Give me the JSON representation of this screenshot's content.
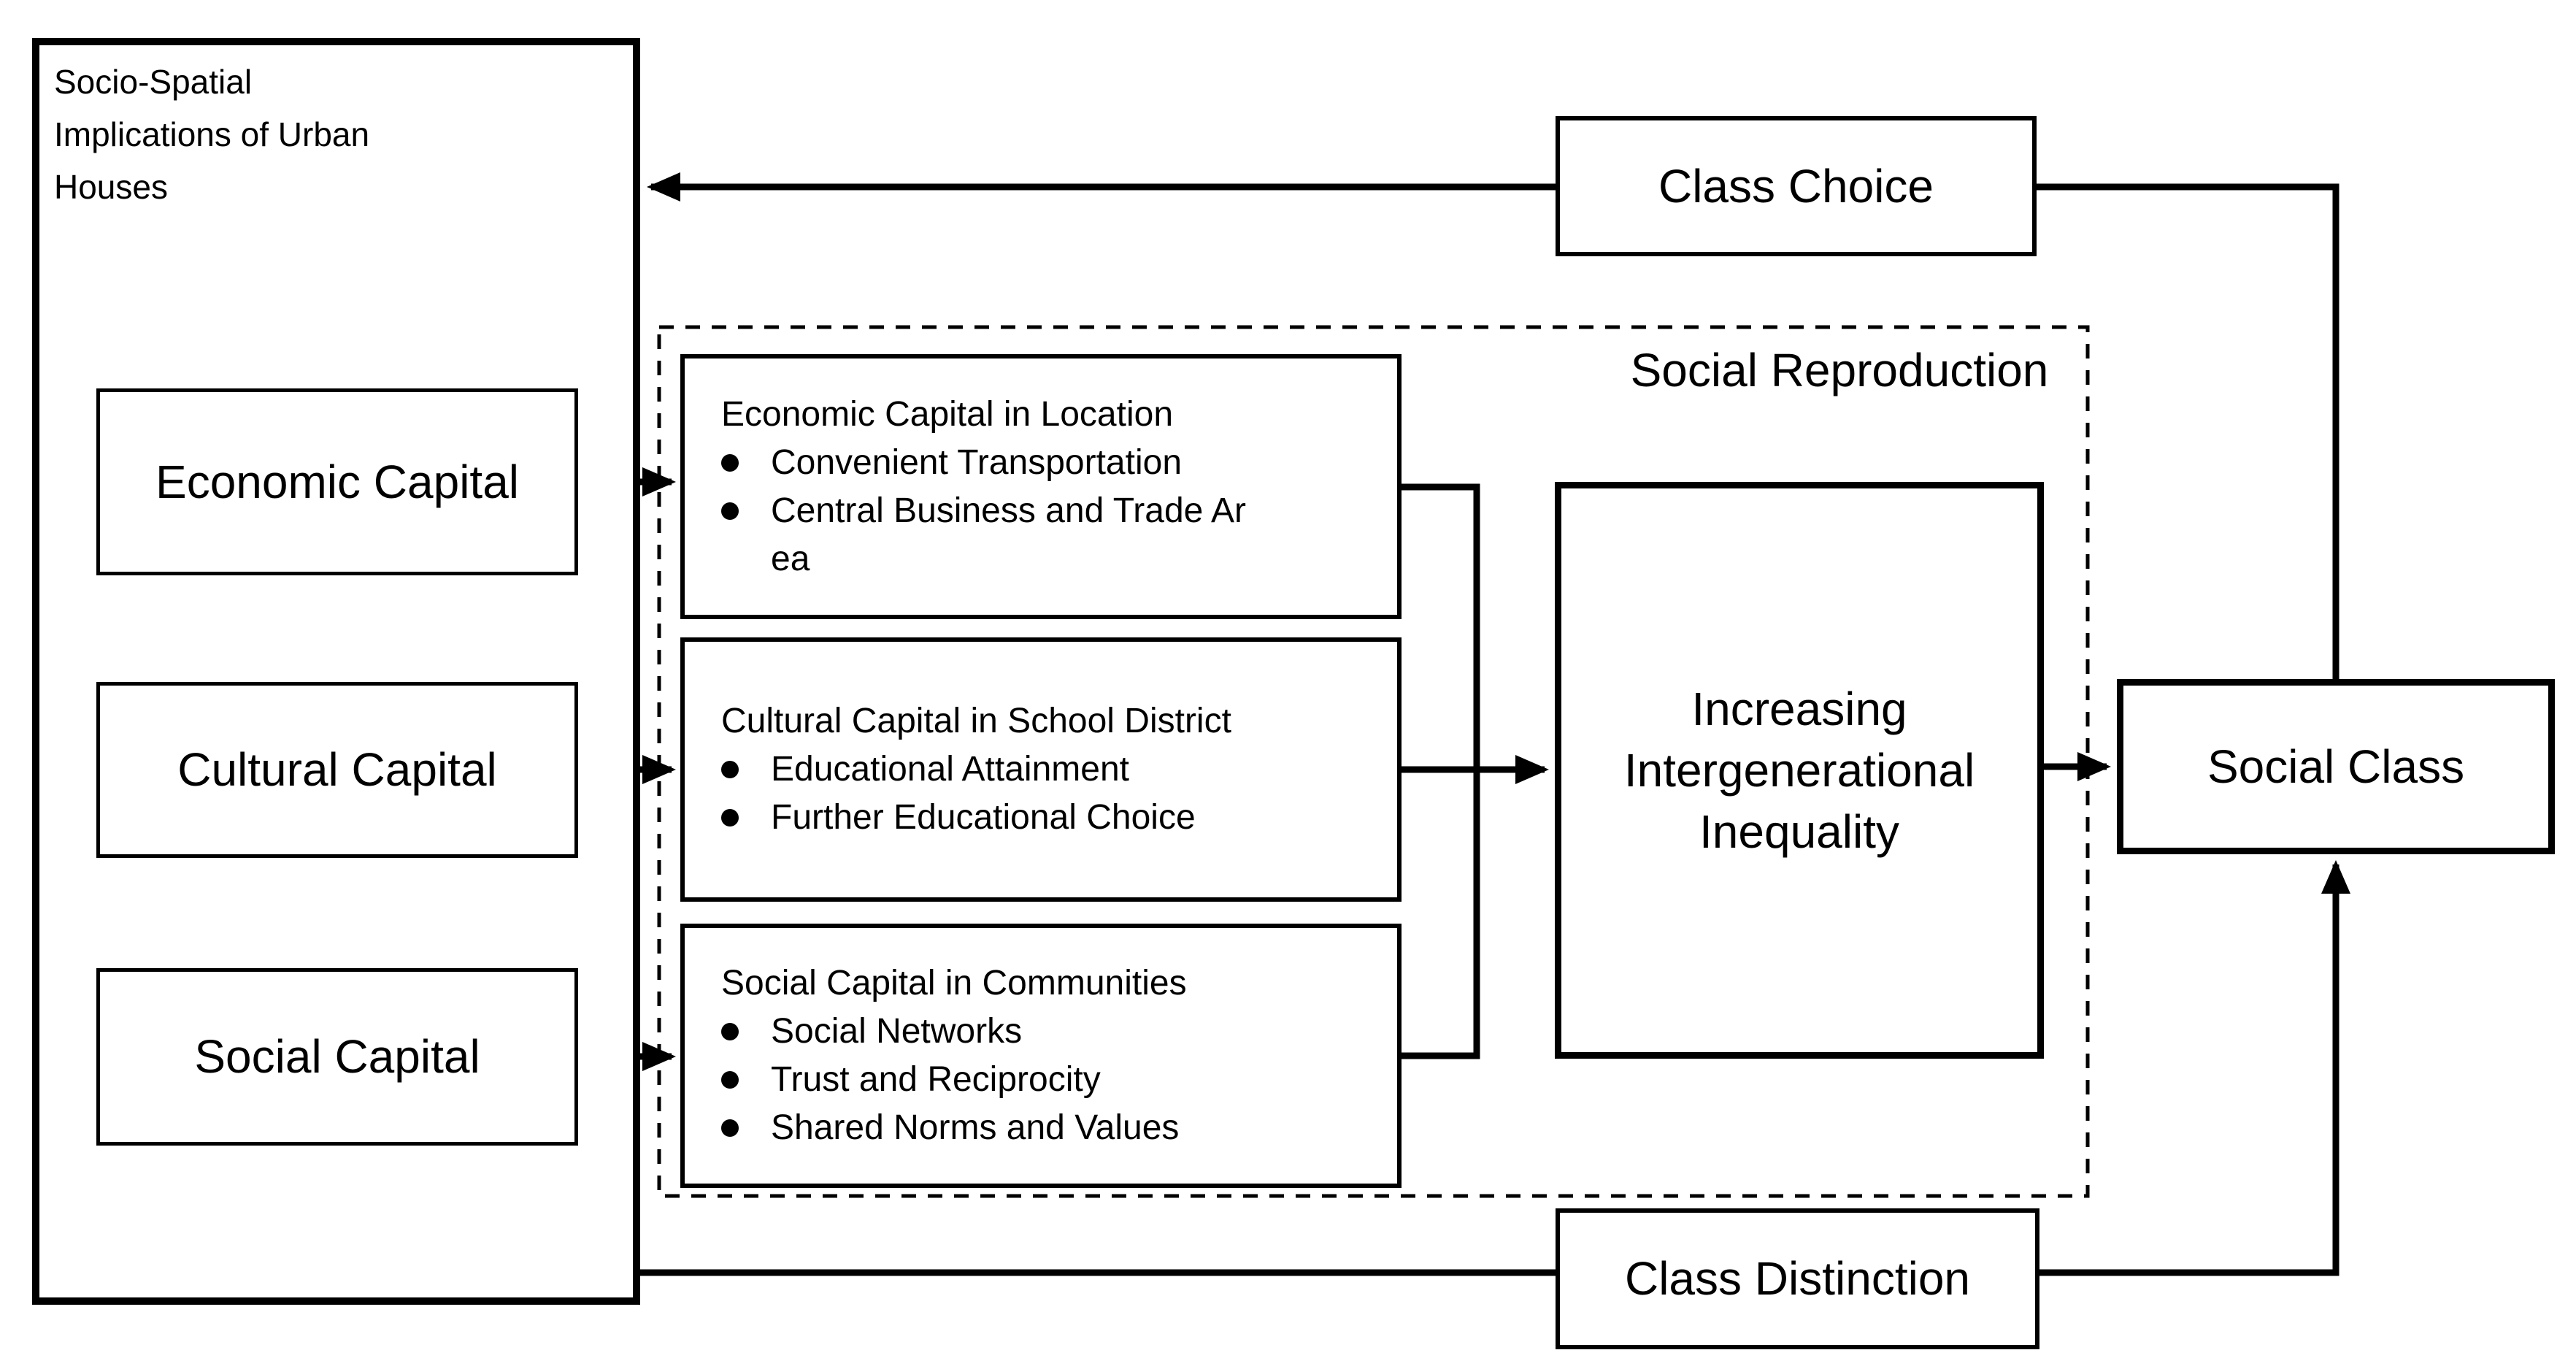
{
  "diagram": {
    "background": "#ffffff",
    "line_color": "#000000",
    "left_panel": {
      "title_lines": [
        "Socio-Spatial",
        "Implications of Urban",
        "Houses"
      ],
      "capitals": [
        {
          "label": "Economic Capital"
        },
        {
          "label": "Cultural Capital"
        },
        {
          "label": "Social Capital"
        }
      ]
    },
    "social_reproduction": {
      "label": "Social Reproduction",
      "detail_boxes": [
        {
          "title": "Economic Capital in Location",
          "items": [
            {
              "lines": [
                "Convenient Transportation"
              ]
            },
            {
              "lines": [
                "Central Business and Trade Ar",
                "ea"
              ]
            }
          ]
        },
        {
          "title": "Cultural Capital in School District",
          "items": [
            {
              "lines": [
                "Educational Attainment"
              ]
            },
            {
              "lines": [
                "Further Educational Choice"
              ]
            }
          ]
        },
        {
          "title": "Social Capital in Communities",
          "items": [
            {
              "lines": [
                "Social Networks"
              ]
            },
            {
              "lines": [
                "Trust and Reciprocity"
              ]
            },
            {
              "lines": [
                "Shared Norms and Values"
              ]
            }
          ]
        }
      ],
      "outcome_label": "Increasing Intergenerational Inequality"
    },
    "social_class_label": "Social Class",
    "class_choice_label": "Class Choice",
    "class_distinction_label": "Class Distinction"
  }
}
